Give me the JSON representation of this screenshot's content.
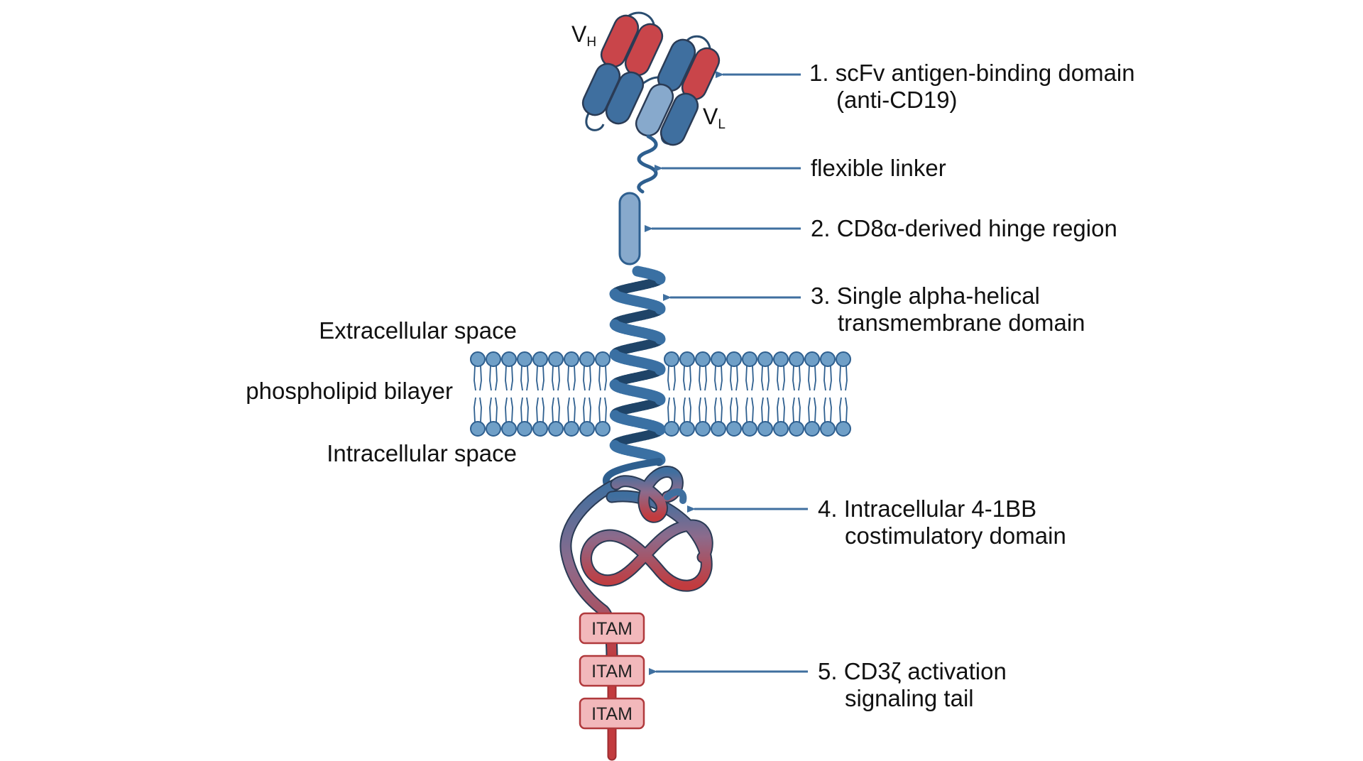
{
  "domain_labels": {
    "scfv_line1": "1. scFv antigen-binding domain",
    "scfv_line2": "(anti-CD19)",
    "linker": "flexible linker",
    "hinge": "2. CD8α-derived hinge region",
    "tm_line1": "3. Single alpha-helical",
    "tm_line2": "transmembrane domain",
    "costim_line1": "4. Intracellular 4-1BB",
    "costim_line2": "costimulatory domain",
    "cd3z_line1": "5. CD3ζ activation",
    "cd3z_line2": "signaling tail"
  },
  "region_labels": {
    "extracellular": "Extracellular space",
    "bilayer": "phospholipid bilayer",
    "intracellular": "Intracellular space"
  },
  "chain_labels": {
    "vh_main": "V",
    "vh_sub": "H",
    "vl_main": "V",
    "vl_sub": "L"
  },
  "itam_boxes": [
    "ITAM",
    "ITAM",
    "ITAM"
  ],
  "colors": {
    "heavy_red": "#c9454a",
    "light_blue": "#3f6f9f",
    "pale_blue": "#87a9cc",
    "helix_blue": "#2e5f8f",
    "lipid_head": "#6f9fc7",
    "arrow": "#3f6f9f",
    "tail_red": "#c23b3e",
    "itam_fill": "#f2b8bb"
  }
}
